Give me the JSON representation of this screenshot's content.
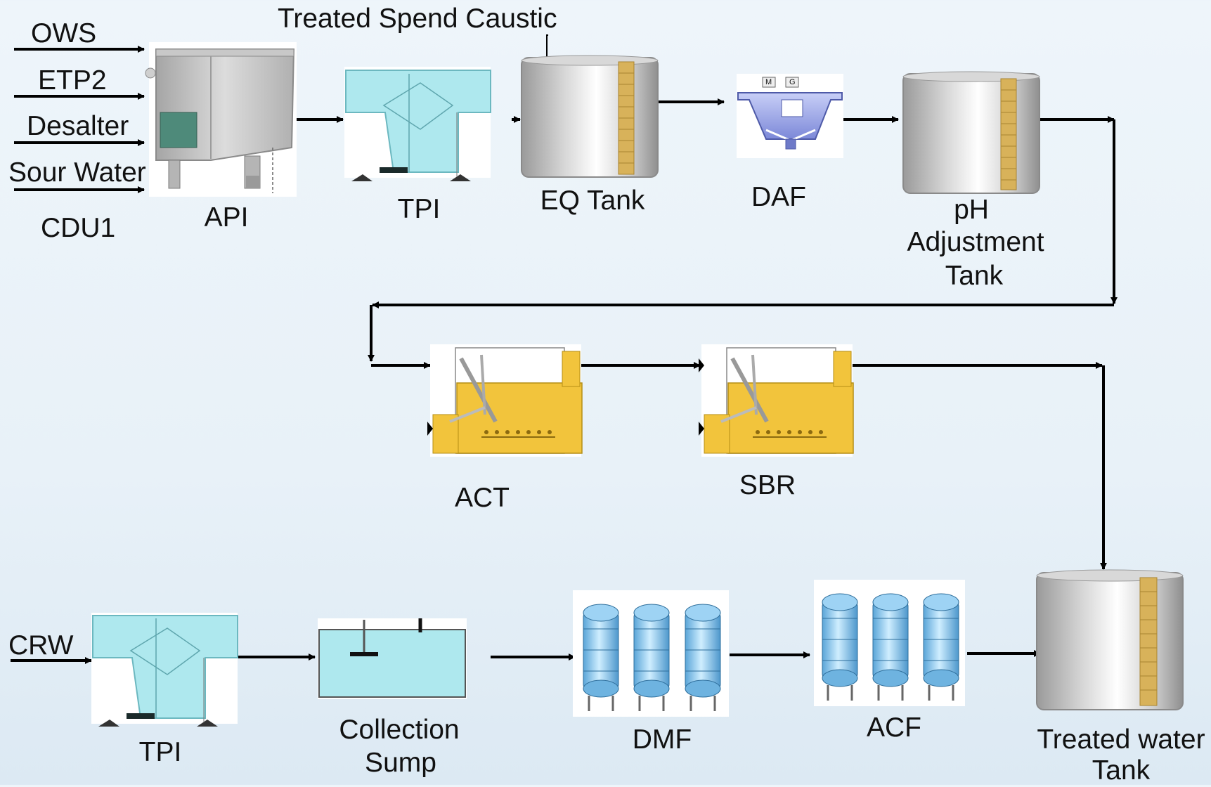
{
  "inputs": {
    "ows": "OWS",
    "etp2": "ETP2",
    "desalter": "Desalter",
    "sour_water": "Sour Water",
    "cdu1": "CDU1",
    "crw": "CRW"
  },
  "annotations": {
    "treated_spend_caustic": "Treated Spend Caustic"
  },
  "units": {
    "api": "API",
    "tpi_top": "TPI",
    "eq_tank": "EQ Tank",
    "daf": "DAF",
    "ph_line1": "pH",
    "ph_line2": "Adjustment",
    "ph_line3": "Tank",
    "act": "ACT",
    "sbr": "SBR",
    "tpi_bottom": "TPI",
    "collection_line1": "Collection",
    "collection_line2": "Sump",
    "dmf": "DMF",
    "acf": "ACF",
    "treated_line1": "Treated water",
    "treated_line2": "Tank"
  },
  "icons": {
    "daf_motor_m": "M",
    "daf_motor_g": "G"
  },
  "colors": {
    "tank_gray": "#bdbdbd",
    "ladder_gold": "#d8b25a",
    "tpi_cyan": "#aee8ee",
    "daf_blue": "#9aa6e8",
    "bio_yellow": "#f2c43c",
    "filter_blue": "#8cc8ee",
    "line": "#000000"
  }
}
